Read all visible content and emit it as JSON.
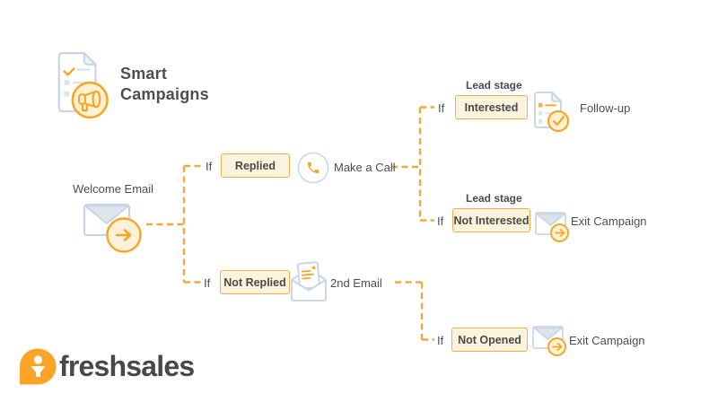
{
  "header": {
    "title_line1": "Smart",
    "title_line2": "Campaigns",
    "icon": "campaign-document-icon"
  },
  "start_node": {
    "label": "Welcome Email",
    "icon": "envelope-send-icon"
  },
  "branches": [
    {
      "prefix": "If",
      "condition": "Replied",
      "icon": "phone-icon",
      "action": "Make a Call"
    },
    {
      "prefix": "If",
      "condition": "Not Replied",
      "icon": "open-email-icon",
      "action": "2nd Email"
    }
  ],
  "lead_branches": [
    {
      "stage_label": "Lead stage",
      "prefix": "If",
      "condition": "Interested",
      "icon": "followup-check-icon",
      "action": "Follow-up"
    },
    {
      "stage_label": "Lead stage",
      "prefix": "If",
      "condition": "Not Interested",
      "icon": "envelope-exit-icon",
      "action": "Exit Campaign"
    }
  ],
  "final_branch": {
    "prefix": "If",
    "condition": "Not Opened",
    "icon": "envelope-exit-icon",
    "action": "Exit Campaign"
  },
  "footer": {
    "logo_text": "freshsales",
    "logo_icon": "freshsales-mark-icon"
  },
  "colors": {
    "accent_orange": "#F5A623",
    "box_fill": "#FCF3DD",
    "box_border": "#F2AE50",
    "connector": "#F2A842",
    "outline_gray": "#C9D5E1",
    "text_dark": "#4A4E54",
    "logo_orange": "#FBA428"
  }
}
